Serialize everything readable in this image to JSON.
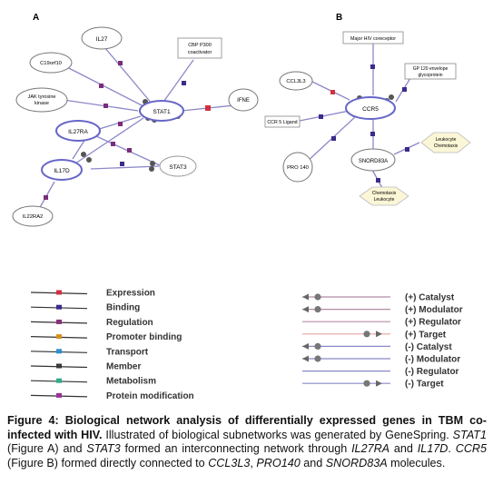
{
  "panel_a": {
    "label": "A",
    "nodes": {
      "il27": "IL27",
      "cbp": [
        "CBP P300",
        "coactivator"
      ],
      "c19orf10": "C19orf10",
      "jak": [
        "JAK tyrosine",
        "kinase"
      ],
      "stat1": "STAT1",
      "ifne": "IFNE",
      "il27ra": "IL27RA",
      "il17d": "IL17D",
      "stat3": "STAT3",
      "il22ra2": "IL22RA2"
    }
  },
  "panel_b": {
    "label": "B",
    "nodes": {
      "major": "Major HIV coreceptor",
      "ccl3l3": "CCL3L3",
      "gp120": [
        "GP 120 envelope",
        "glycoprotein"
      ],
      "ccr5": "CCR5",
      "ccr5ligand": "CCR 5 Ligand",
      "leukocyte": [
        "Leukocyte",
        "Chemotaxis"
      ],
      "snord83a": "SNORD83A",
      "pro140": "PRO 140",
      "chemotaxis": [
        "Chemotaxis",
        "Leukocyte"
      ]
    }
  },
  "legend_left": [
    {
      "label": "Expression",
      "color": "#d0313f"
    },
    {
      "label": "Binding",
      "color": "#3b2b8a"
    },
    {
      "label": "Regulation",
      "color": "#8a2f7a"
    },
    {
      "label": "Promoter binding",
      "color": "#d8901f"
    },
    {
      "label": "Transport",
      "color": "#2f8fd0"
    },
    {
      "label": "Member",
      "color": "#3a3a3a"
    },
    {
      "label": "Metabolism",
      "color": "#2faa8a"
    },
    {
      "label": "Protein modification",
      "color": "#9a2f9a"
    }
  ],
  "legend_right": [
    {
      "label": "(+) Catalyst"
    },
    {
      "label": "(+) Modulator"
    },
    {
      "label": "(+) Regulator"
    },
    {
      "label": "(+) Target"
    },
    {
      "label": "(-) Catalyst"
    },
    {
      "label": "(-) Modulator"
    },
    {
      "label": "(-) Regulator"
    },
    {
      "label": "(-) Target"
    }
  ],
  "caption": {
    "title": "Figure 4: Biological network analysis of differentially expressed genes in TBM co-infected with HIV.",
    "t1": " Illustrated of biological subnetworks was generated by GeneSpring. ",
    "g1": "STAT1",
    "t2": " (Figure A) and ",
    "g2": "STAT3",
    "t3": " formed an interconnecting network through ",
    "g3": "IL27RA",
    "t4": " and ",
    "g4": "IL17D",
    "t5": ". ",
    "g5": "CCR5",
    "t6": " (Figure B) formed directly connected to ",
    "g6": "CCL3L3",
    "t7": ", ",
    "g7": "PRO140",
    "t8": " and ",
    "g8": "SNORD83A",
    "t9": " molecules."
  }
}
